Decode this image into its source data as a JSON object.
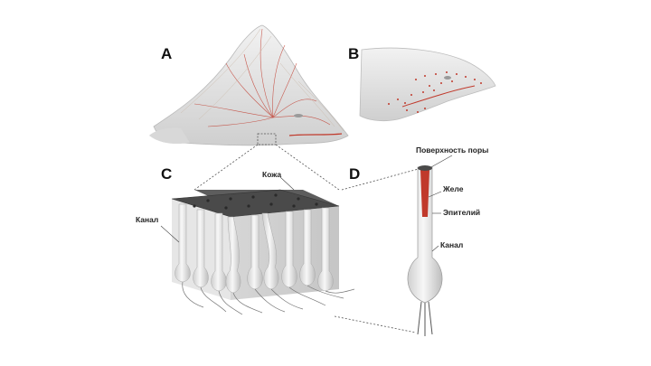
{
  "panels": {
    "a": "A",
    "b": "B",
    "c": "C",
    "d": "D"
  },
  "labels": {
    "skin": "Кожа",
    "canal_c": "Канал",
    "pore_surface": "Поверхность поры",
    "jelly": "Желе",
    "epithelium": "Эпителий",
    "canal_d": "Канал"
  },
  "colors": {
    "accent": "#c0392b",
    "skin_top": "#4a4a4a",
    "tissue": "#e6e6e6"
  }
}
